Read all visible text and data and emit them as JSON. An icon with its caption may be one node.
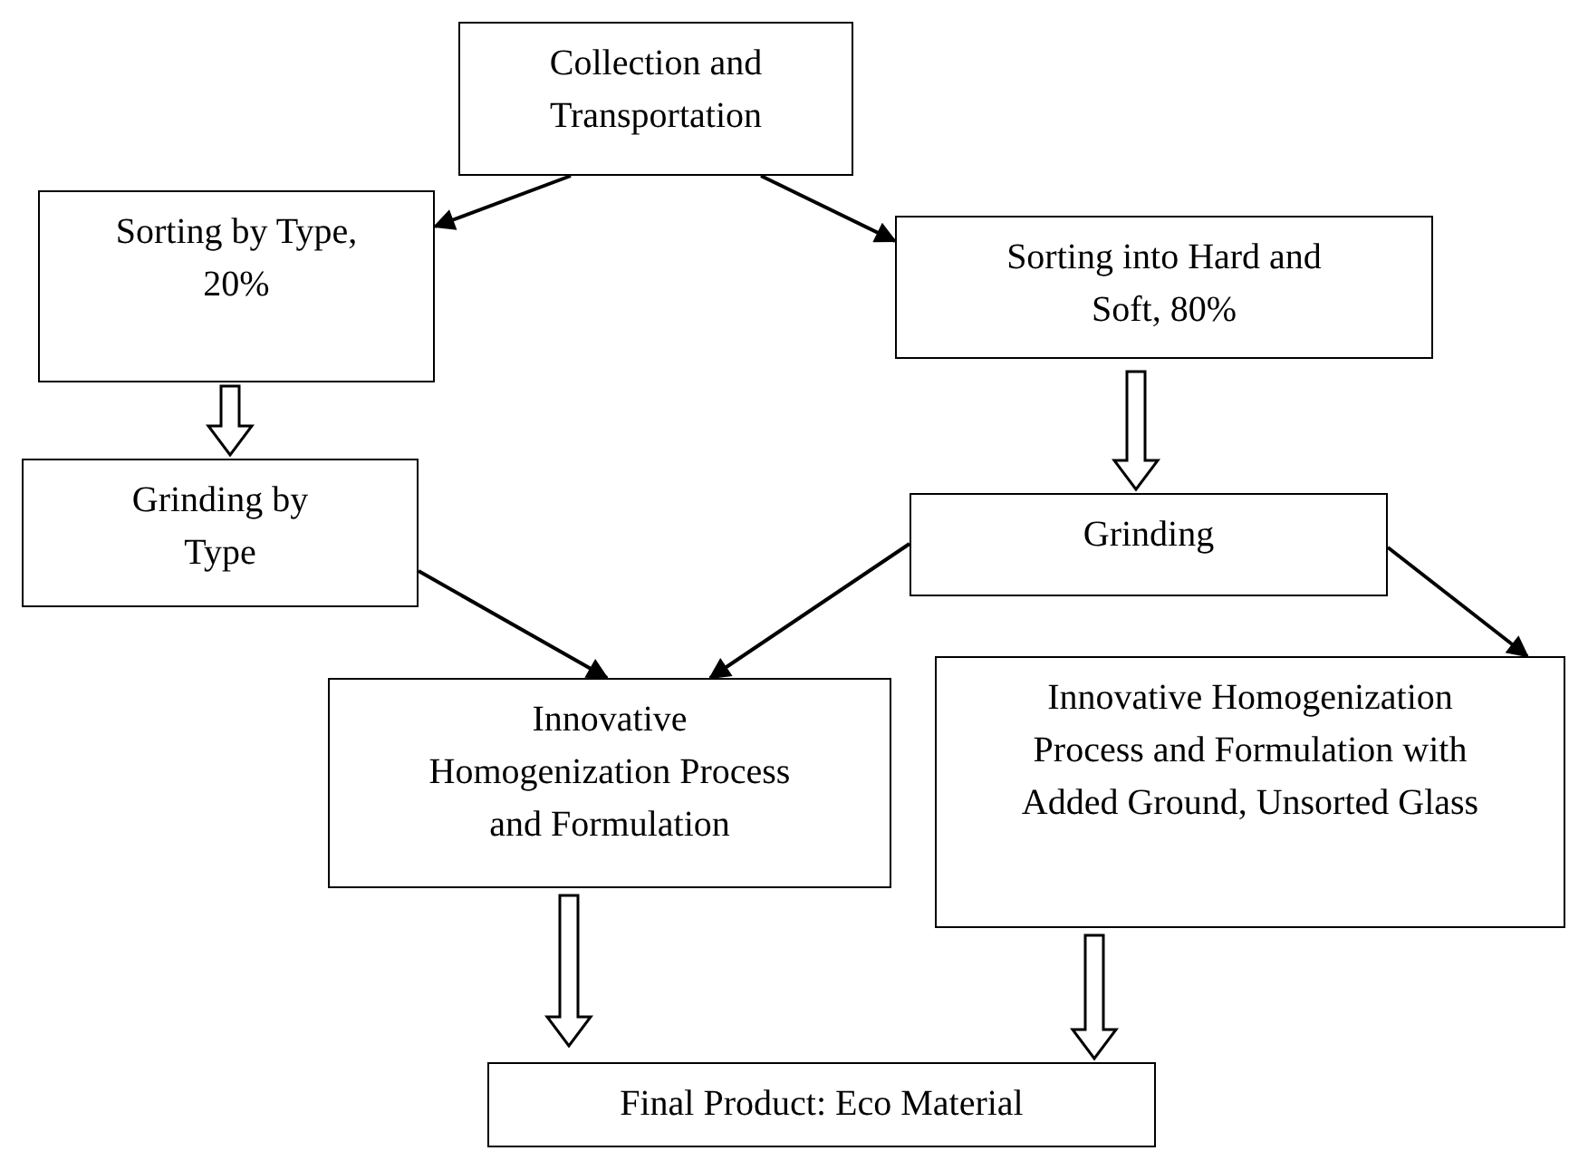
{
  "diagram": {
    "nodes": [
      {
        "text": [
          "Collection and Transportation"
        ]
      },
      {
        "text": [
          "Sorting by Type, 20%"
        ]
      },
      {
        "text": [
          "Sorting into Hard and Soft, 80%"
        ]
      },
      {
        "text": [
          "Grinding by Type"
        ]
      },
      {
        "text": [
          "Grinding"
        ]
      },
      {
        "text": [
          "Innovative Homogenization Process and Formulation"
        ]
      },
      {
        "text": [
          "Innovative Homogenization Process and Formulation with Added Ground, Unsorted Glass"
        ]
      },
      {
        "text": [
          "Final Product: Eco Material"
        ]
      }
    ],
    "edges": [
      {
        "from": 0,
        "to": 1,
        "arrow": "to"
      },
      {
        "from": 0,
        "to": 2,
        "arrow": "to"
      },
      {
        "from": 1,
        "to": 3,
        "arrow": "to",
        "style": "thick"
      },
      {
        "from": 2,
        "to": 4,
        "arrow": "to",
        "style": "thick"
      },
      {
        "from": 3,
        "to": 5,
        "arrow": "to"
      },
      {
        "from": 4,
        "to": 5,
        "arrow": "to"
      },
      {
        "from": 4,
        "to": 6,
        "arrow": "to"
      },
      {
        "from": 5,
        "to": 7,
        "arrow": "to",
        "style": "thick"
      },
      {
        "from": 6,
        "to": 7,
        "arrow": "to",
        "style": "thick"
      }
    ]
  }
}
